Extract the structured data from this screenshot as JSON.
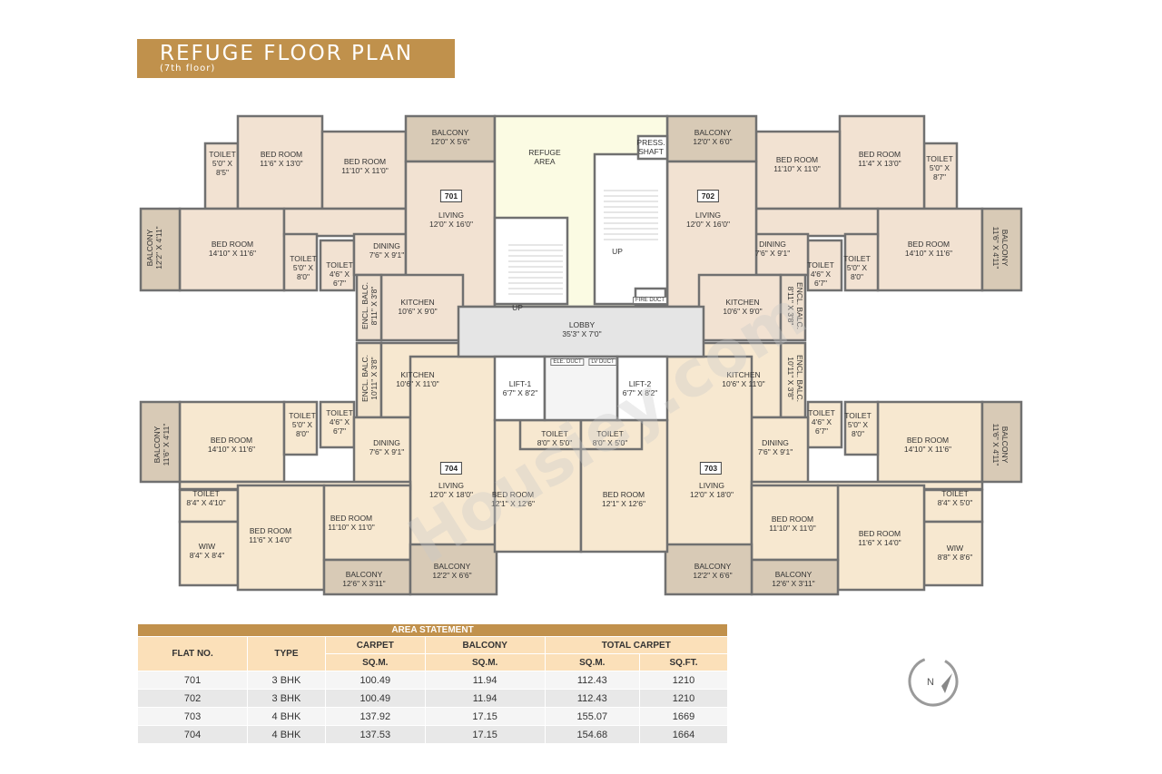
{
  "header": {
    "title": "REFUGE FLOOR PLAN",
    "subtitle": "(7th floor)"
  },
  "colors": {
    "accent": "#c0914c",
    "room_top": "#f2e2d2",
    "room_bottom": "#f7e8d0",
    "balcony": "#d8cab6",
    "refuge": "#fbfbe3",
    "lobby": "#e5e5e5",
    "wall": "#707070"
  },
  "watermark": "Housiey.com",
  "compass": {
    "label": "N",
    "icon": "north-compass-icon"
  },
  "units": [
    "701",
    "702",
    "703",
    "704"
  ],
  "rooms": [
    {
      "name": "TOILET",
      "size": "5'0\" X\n8'5\""
    },
    {
      "name": "BED ROOM",
      "size": "11'6\" X 13'0\""
    },
    {
      "name": "BED ROOM",
      "size": "11'10\" X 11'0\""
    },
    {
      "name": "BALCONY",
      "size": "12'0\" X 5'6\""
    },
    {
      "name": "LIVING",
      "size": "12'0\" X 16'0\""
    },
    {
      "name": "BALCONY",
      "size": "12'2\" X 4'11\""
    },
    {
      "name": "BED ROOM",
      "size": "14'10\" X 11'6\""
    },
    {
      "name": "TOILET",
      "size": "5'0\" X\n8'0\""
    },
    {
      "name": "TOILET",
      "size": "4'6\" X\n6'7\""
    },
    {
      "name": "DINING",
      "size": "7'6\" X 9'1\""
    },
    {
      "name": "KITCHEN",
      "size": "10'6\" X 9'0\""
    },
    {
      "name": "ENCL. BALC.",
      "size": "8'11\" X 3'8\""
    },
    {
      "name": "REFUGE\nAREA",
      "size": ""
    },
    {
      "name": "PRESS.\nSHAFT",
      "size": ""
    },
    {
      "name": "UP",
      "size": ""
    },
    {
      "name": "UP",
      "size": ""
    },
    {
      "name": "BALCONY",
      "size": "12'0\" X 6'0\""
    },
    {
      "name": "BED ROOM",
      "size": "11'10\" X 11'0\""
    },
    {
      "name": "BED ROOM",
      "size": "11'4\" X 13'0\""
    },
    {
      "name": "TOILET",
      "size": "5'0\" X\n8'7\""
    },
    {
      "name": "LIVING",
      "size": "12'0\" X 16'0\""
    },
    {
      "name": "DINING",
      "size": "7'6\" X 9'1\""
    },
    {
      "name": "TOILET",
      "size": "4'6\" X\n6'7\""
    },
    {
      "name": "TOILET",
      "size": "5'0\" X\n8'0\""
    },
    {
      "name": "BED ROOM",
      "size": "14'10\" X 11'6\""
    },
    {
      "name": "BALCONY",
      "size": "11'6\" X 4'11\""
    },
    {
      "name": "KITCHEN",
      "size": "10'6\" X 9'0\""
    },
    {
      "name": "ENCL. BALC.",
      "size": "8'11\" X 3'8\""
    },
    {
      "name": "LOBBY",
      "size": "35'3\" X 7'0\""
    },
    {
      "name": "LIFT-1",
      "size": "6'7\" X 8'2\""
    },
    {
      "name": "LIFT-2",
      "size": "6'7\" X 8'2\""
    },
    {
      "name": "KITCHEN",
      "size": "10'6\" X 11'0\""
    },
    {
      "name": "ENCL. BALC.",
      "size": "10'11\" X 3'8\""
    },
    {
      "name": "BALCONY",
      "size": "11'6\" X 4'11\""
    },
    {
      "name": "BED ROOM",
      "size": "14'10\" X 11'6\""
    },
    {
      "name": "TOILET",
      "size": "5'0\" X\n8'0\""
    },
    {
      "name": "TOILET",
      "size": "4'6\" X\n6'7\""
    },
    {
      "name": "DINING",
      "size": "7'6\" X 9'1\""
    },
    {
      "name": "LIVING",
      "size": "12'0\" X 18'0\""
    },
    {
      "name": "TOILET",
      "size": "8'4\" X 4'10\""
    },
    {
      "name": "BED ROOM",
      "size": "11'6\" X 14'0\""
    },
    {
      "name": "WIW",
      "size": "8'4\" X 8'4\""
    },
    {
      "name": "BED ROOM",
      "size": "11'10\" X 11'0\""
    },
    {
      "name": "BALCONY",
      "size": "12'6\" X 3'11\""
    },
    {
      "name": "BALCONY",
      "size": "12'2\" X 6'6\""
    },
    {
      "name": "TOILET",
      "size": "8'0\" X 5'0\""
    },
    {
      "name": "TOILET",
      "size": "8'0\" X 5'0\""
    },
    {
      "name": "BED ROOM",
      "size": "12'1\" X 12'6\""
    },
    {
      "name": "BED ROOM",
      "size": "12'1\" X 12'6\""
    },
    {
      "name": "KITCHEN",
      "size": "10'6\" X 11'0\""
    },
    {
      "name": "ENCL. BALC.",
      "size": "10'11\" X 3'8\""
    },
    {
      "name": "TOILET",
      "size": "4'6\" X\n6'7\""
    },
    {
      "name": "TOILET",
      "size": "5'0\" X\n8'0\""
    },
    {
      "name": "DINING",
      "size": "7'6\" X 9'1\""
    },
    {
      "name": "BED ROOM",
      "size": "14'10\" X 11'6\""
    },
    {
      "name": "BALCONY",
      "size": "11'6\" X 4'11\""
    },
    {
      "name": "LIVING",
      "size": "12'0\" X 18'0\""
    },
    {
      "name": "TOILET",
      "size": "8'4\" X 5'0\""
    },
    {
      "name": "BED ROOM",
      "size": "11'10\" X 11'0\""
    },
    {
      "name": "BED ROOM",
      "size": "11'6\" X 14'0\""
    },
    {
      "name": "WIW",
      "size": "8'8\" X 8'6\""
    },
    {
      "name": "BALCONY",
      "size": "12'2\" X 6'6\""
    },
    {
      "name": "BALCONY",
      "size": "12'6\" X 3'11\""
    }
  ],
  "ducts": [
    "FIRE DUCT",
    "ELE. DUCT",
    "LV DUCT"
  ],
  "area_statement": {
    "title": "AREA STATEMENT",
    "headers": {
      "flat_no": "FLAT NO.",
      "type": "TYPE",
      "carpet": "CARPET",
      "balcony": "BALCONY",
      "total_carpet": "TOTAL CARPET",
      "sqm": "SQ.M.",
      "sqft": "SQ.FT."
    },
    "rows": [
      {
        "flat": "701",
        "type": "3 BHK",
        "carpet_sqm": "100.49",
        "balcony_sqm": "11.94",
        "total_sqm": "112.43",
        "total_sqft": "1210"
      },
      {
        "flat": "702",
        "type": "3 BHK",
        "carpet_sqm": "100.49",
        "balcony_sqm": "11.94",
        "total_sqm": "112.43",
        "total_sqft": "1210"
      },
      {
        "flat": "703",
        "type": "4 BHK",
        "carpet_sqm": "137.92",
        "balcony_sqm": "17.15",
        "total_sqm": "155.07",
        "total_sqft": "1669"
      },
      {
        "flat": "704",
        "type": "4 BHK",
        "carpet_sqm": "137.53",
        "balcony_sqm": "17.15",
        "total_sqm": "154.68",
        "total_sqft": "1664"
      }
    ]
  }
}
